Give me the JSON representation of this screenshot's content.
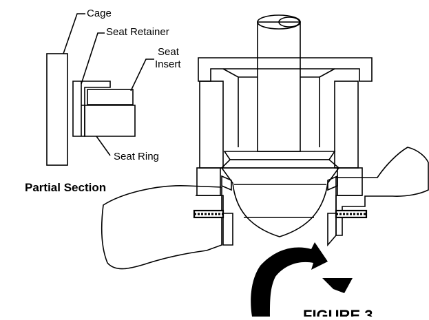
{
  "labels": {
    "cage": "Cage",
    "seat_retainer": "Seat Retainer",
    "seat_line1": "Seat",
    "seat_line2": "Insert",
    "seat_ring": "Seat Ring",
    "partial_section": "Partial Section",
    "figure_title": "FIGURE 3"
  }
}
